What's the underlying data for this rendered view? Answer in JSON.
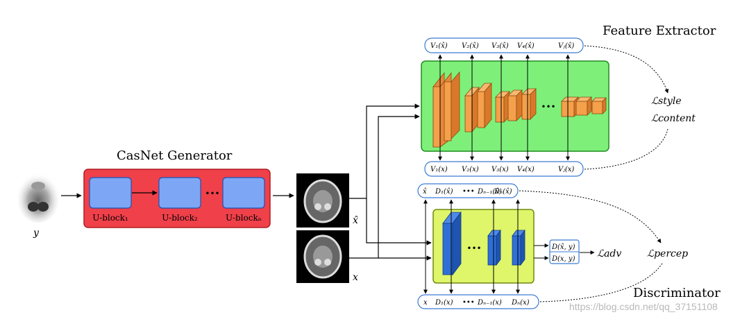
{
  "feature_extractor": {
    "title": "Feature Extractor",
    "top_labels": [
      "V₁(x̂)",
      "V₂(x̂)",
      "V₃(x̂)",
      "V₄(x̂)",
      "Vⱼ(x̂)"
    ],
    "bottom_labels": [
      "V₁(x)",
      "V₂(x)",
      "V₃(x)",
      "V₄(x)",
      "Vⱼ(x)"
    ],
    "losses": [
      "ℒstyle",
      "ℒcontent"
    ]
  },
  "generator": {
    "title": "CasNet Generator",
    "input_label": "y",
    "blocks": [
      "U-block₁",
      "U-block₂",
      "U-blockₙ"
    ],
    "ellipsis": "•••"
  },
  "images": {
    "generated_label": "x̂",
    "real_label": "x"
  },
  "discriminator": {
    "title": "Discriminator",
    "top_labels": [
      "x̂",
      "D₁(x̂)",
      "•••",
      "Dₙ₋₁(x̂)",
      "Dₙ(x̂)"
    ],
    "bottom_labels": [
      "x",
      "D₁(x)",
      "•••",
      "Dₙ₋₁(x)",
      "Dₙ(x)"
    ],
    "outputs": [
      "D(x̂, y)",
      "D(x, y)"
    ],
    "adv_loss": "ℒadv",
    "percep_loss": "ℒpercep"
  },
  "watermark": "https://blog.csdn.net/qq_37151108",
  "colors": {
    "generator_fill": "#f0404a",
    "ublock_fill": "#7da7f5",
    "extractor_fill": "#7ef07a",
    "discriminator_fill": "#dff56a",
    "cube_fill": "#f5a04a",
    "disc_block_fill": "#2f6fd6",
    "label_box_stroke": "#3a7bd5"
  }
}
